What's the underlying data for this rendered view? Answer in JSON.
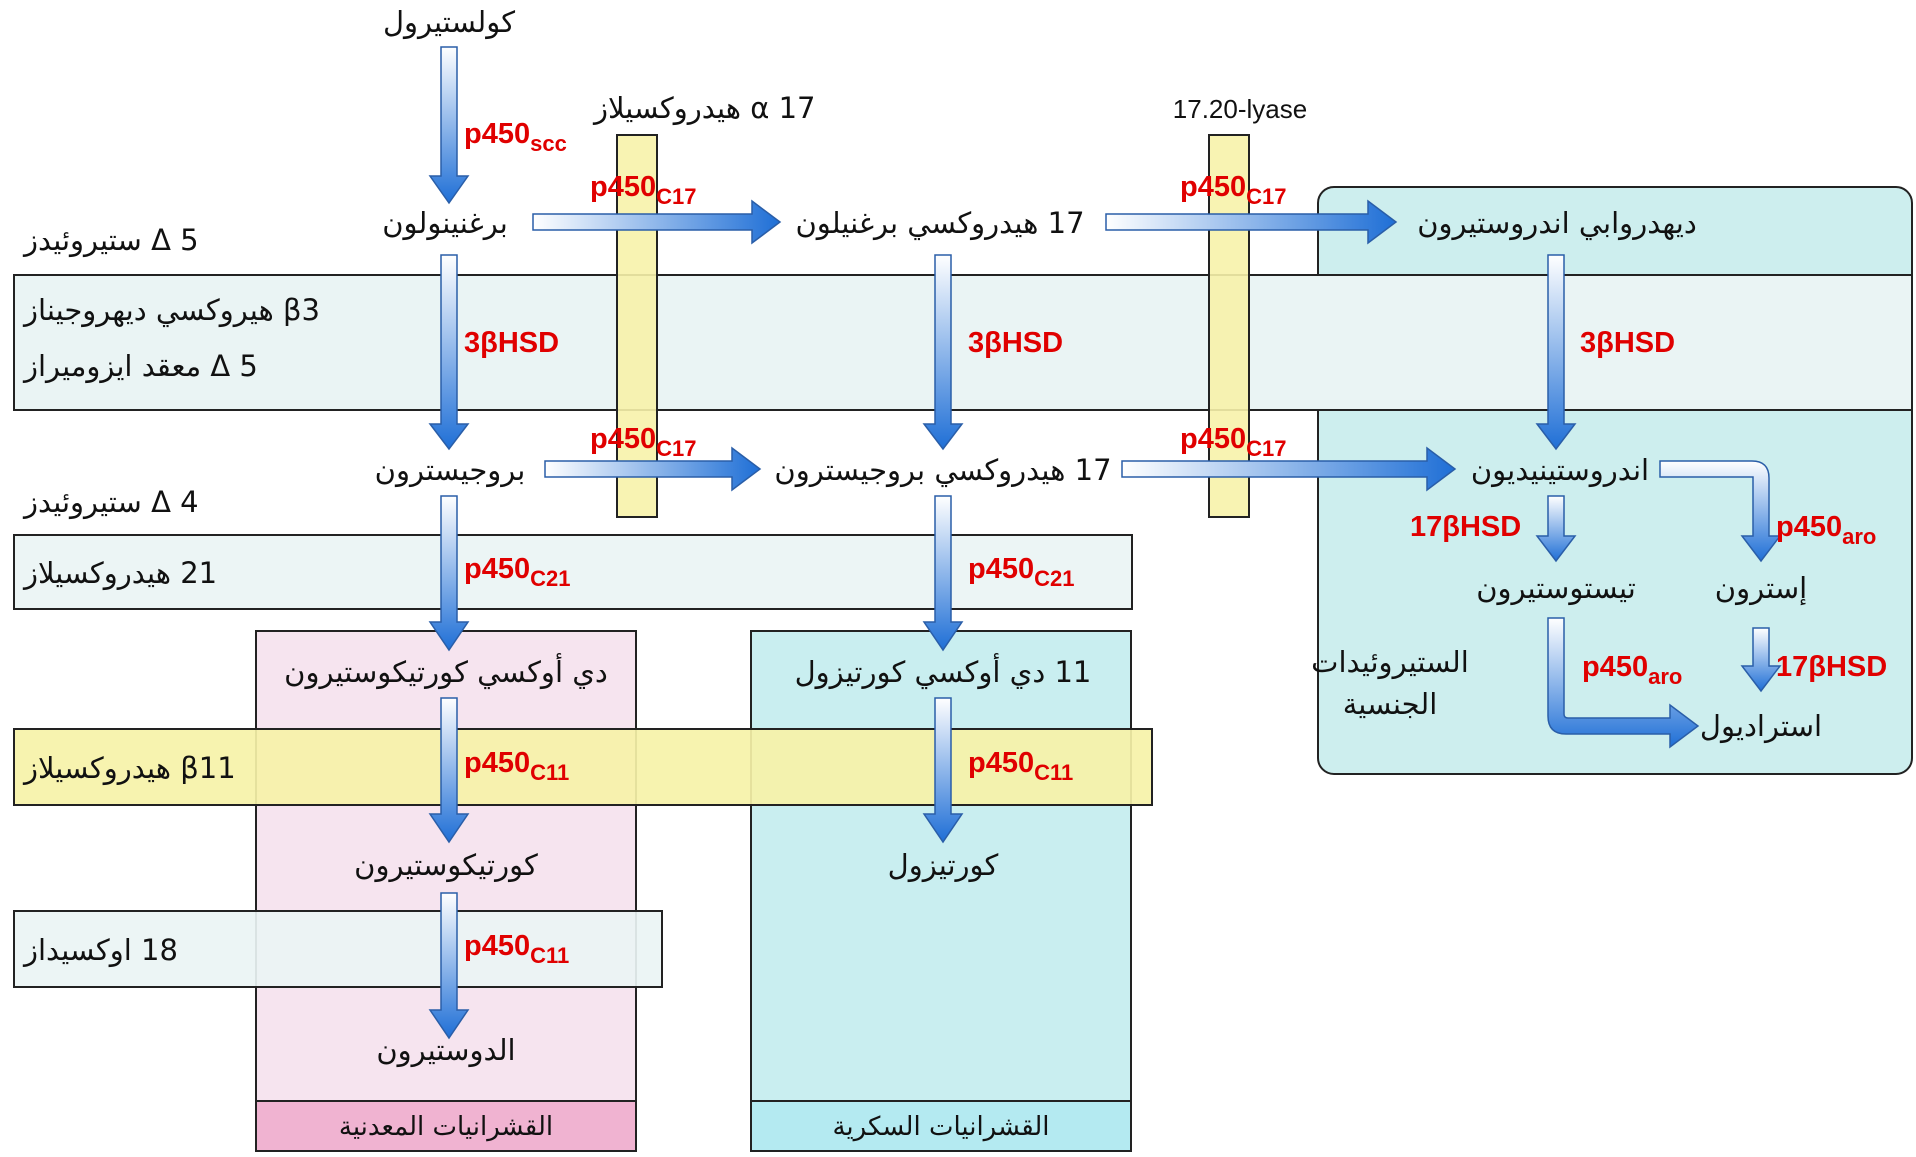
{
  "compounds": {
    "cholesterol": "كولستيرول",
    "pregnenolone": "برغنينولون",
    "hydroxy_pregnenolone": "17 هيدروكسي برغنيلون",
    "dhea": "ديهدروابي اندروستيرون",
    "progesterone": "بروجيسترون",
    "hydroxy_progesterone": "17 هيدروكسي بروجيسترون",
    "androstenedione": "اندروستينيديون",
    "testosterone": "تيستوستيرون",
    "estrone": "إسترون",
    "estradiol": "استراديول",
    "deoxycorticosterone": "دي أوكسي كورتيكوستيرون",
    "deoxycortisol": "11 دي أوكسي كورتيزول",
    "corticosterone": "كورتيكوستيرون",
    "cortisol": "كورتيزول",
    "aldosterone": "الدوستيرون"
  },
  "side_labels": {
    "delta5": "Δ 5 ستيروئيدز",
    "hsd_line1": "β3 هيروكسي ديهروجيناز",
    "hsd_line2": "Δ 5 معقد ايزوميراز",
    "delta4": "Δ 4 ستيروئيدز",
    "hydroxylase21": "21 هيدروكسيلاز",
    "hydroxylase11": "β11 هيدروكسيلاز",
    "oxidase18": "18 اوكسيداز"
  },
  "top_labels": {
    "alpha17": "17 α هيدروكسيلاز",
    "lyase": "17.20-lyase"
  },
  "enzymes": {
    "p450": "p450",
    "scc": "scc",
    "c17": "C17",
    "c21": "C21",
    "c11": "C11",
    "aro": "aro",
    "hsd3b": "3βHSD",
    "hsd17b": "17βHSD"
  },
  "groups": {
    "sex_line1": "الستيروئيدات",
    "sex_line2": "الجنسية",
    "mineralo": "القشرانيات المعدنية",
    "gluco": "القشرانيات السكرية"
  },
  "colors": {
    "arrow_dark": "#1f6fd6",
    "arrow_light": "#9ecbf2",
    "enzyme_text": "#e00000",
    "band_hsd": "#eaf4f4",
    "band_yellow": "#f6f2a8",
    "column_yellow": "#f7f2aa",
    "mineralo_bg": "#f6e4ef",
    "mineralo_footer": "#f0b3d1",
    "gluco_bg": "#c9eef0",
    "gluco_footer": "#b4eaf1",
    "sex_bg": "#cdeeee"
  }
}
